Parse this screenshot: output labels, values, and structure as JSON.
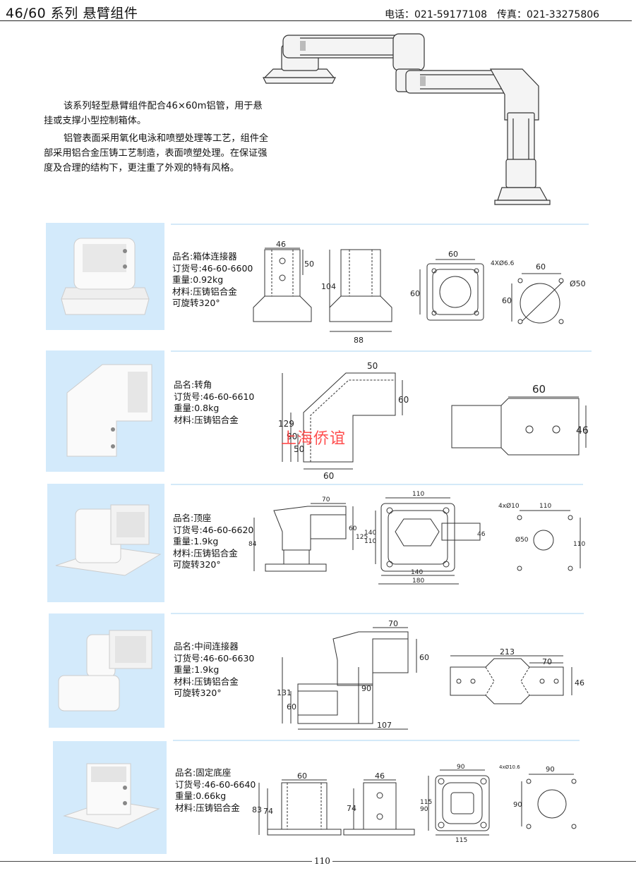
{
  "header": {
    "title": "46/60 系列 悬臂组件",
    "contact": "电话：021-59177108　传真：021-33275806"
  },
  "intro": {
    "p1": "该系列轻型悬臂组件配合46×60m铝管，用于悬挂或支撑小型控制箱体。",
    "p2": "铝管表面采用氧化电泳和喷塑处理等工艺，组件全部采用铝合金压铸工艺制造，表面喷塑处理。在保证强度及合理的结构下，更注重了外观的特有风格。"
  },
  "products": [
    {
      "lines": [
        "品名:箱体连接器",
        "订货号:46-60-6600",
        "重量:0.92kg",
        "材料:压铸铝合金",
        "可旋转320°"
      ],
      "dims": {
        "w46": "46",
        "h50": "50",
        "h104": "104",
        "w88": "88",
        "a60": "60",
        "b60": "60",
        "c60": "60",
        "d60": "60",
        "holes": "4XØ6.6",
        "dia": "Ø50"
      }
    },
    {
      "lines": [
        "品名:转角",
        "订货号:46-60-6610",
        "重量:0.8kg",
        "材料:压铸铝合金"
      ],
      "dims": {
        "w50": "50",
        "h60": "60",
        "h129": "129",
        "h90": "90",
        "h50": "50",
        "w60": "60",
        "side60": "60",
        "side46": "46"
      }
    },
    {
      "lines": [
        "品名:顶座",
        "订货号:46-60-6620",
        "重量:1.9kg",
        "材料:压铸铝合金",
        "可旋转320°"
      ],
      "dims": {
        "w70": "70",
        "h60": "60",
        "h125": "125",
        "h84": "84",
        "t110": "110",
        "h140": "140",
        "h110b": "110",
        "w140": "140",
        "w180": "180",
        "h46": "46",
        "holes": "4xØ10",
        "w110c": "110",
        "dia": "Ø50",
        "h110c": "110"
      }
    },
    {
      "lines": [
        "品名:中间连接器",
        "订货号:46-60-6630",
        "重量:1.9kg",
        "材料:压铸铝合金",
        "可旋转320°"
      ],
      "dims": {
        "w70": "70",
        "h60": "60",
        "h131": "131",
        "h90": "90",
        "h60b": "60",
        "w107": "107",
        "w213": "213",
        "w70b": "70",
        "h46": "46"
      }
    },
    {
      "lines": [
        "品名:固定底座",
        "订货号:46-60-6640",
        "重量:0.66kg",
        "材料:压铸铝合金"
      ],
      "dims": {
        "w60": "60",
        "h83": "83",
        "h74": "74",
        "w46": "46",
        "h74b": "74",
        "t90": "90",
        "h115": "115",
        "h90": "90",
        "w115": "115",
        "holes": "4xØ10.6",
        "w90c": "90",
        "h90c": "90"
      }
    }
  ],
  "watermark": "上海侨谊",
  "footer": {
    "page": "110"
  }
}
